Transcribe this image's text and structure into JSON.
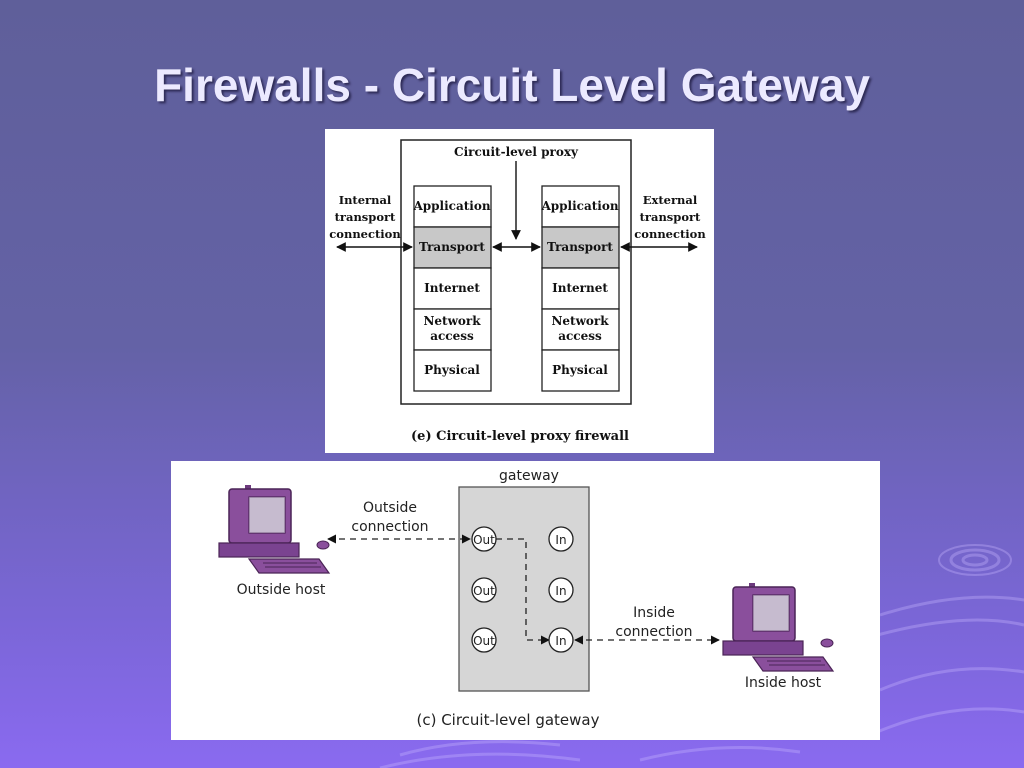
{
  "slide": {
    "title": "Firewalls - Circuit Level Gateway"
  },
  "figure_e": {
    "proxy_label": "Circuit-level proxy",
    "internal_label": [
      "Internal",
      "transport",
      "connection"
    ],
    "external_label": [
      "External",
      "transport",
      "connection"
    ],
    "layers": [
      [
        "Application"
      ],
      [
        "Transport"
      ],
      [
        "Internet"
      ],
      [
        "Network",
        "access"
      ],
      [
        "Physical"
      ]
    ],
    "highlight_color": "#c8c8c8",
    "caption": "(e) Circuit-level proxy firewall"
  },
  "figure_c": {
    "gateway_label": "gateway",
    "outside_connection": [
      "Outside",
      "connection"
    ],
    "inside_connection": [
      "Inside",
      "connection"
    ],
    "out_port": "Out",
    "in_port": "In",
    "outside_host": "Outside host",
    "inside_host": "Inside host",
    "caption": "(c) Circuit-level gateway",
    "computer_color": "#8a4f9c"
  }
}
